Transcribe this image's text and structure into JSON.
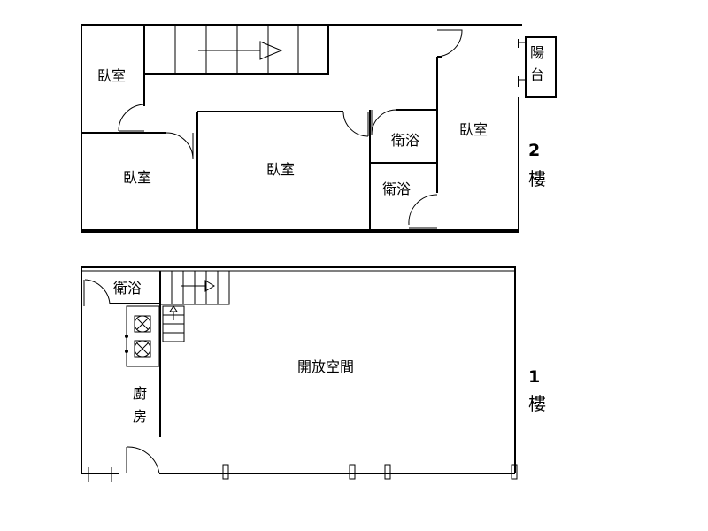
{
  "floor2": {
    "label_num": "2",
    "label_word": "樓",
    "rooms": {
      "bedroom_top_left": "臥室",
      "bedroom_lower_left": "臥室",
      "bedroom_center": "臥室",
      "bedroom_right": "臥室",
      "bath_upper": "衛浴",
      "bath_lower": "衛浴",
      "balcony_1": "陽",
      "balcony_2": "台"
    }
  },
  "floor1": {
    "label_num": "1",
    "label_word": "樓",
    "rooms": {
      "bath": "衛浴",
      "open_space": "開放空間",
      "kitchen_1": "廚",
      "kitchen_2": "房"
    }
  }
}
